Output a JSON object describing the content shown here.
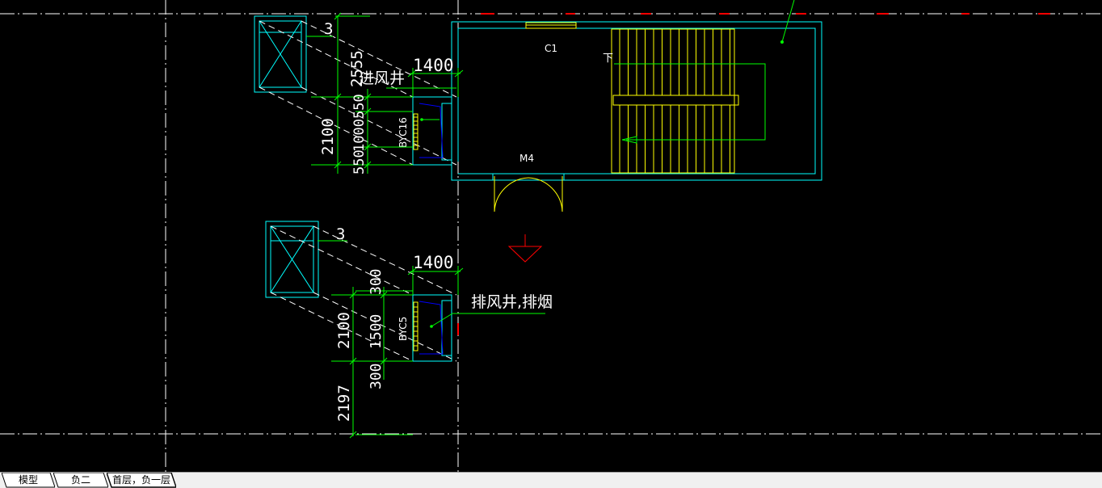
{
  "colors": {
    "background": "#000000",
    "wall": "#00ffff",
    "dimension": "#00ff00",
    "stair": "#ffff00",
    "axis_line": "#ffffff",
    "red_marks": "#ff0000",
    "hatch": "#ffffff"
  },
  "drawing": {
    "labels": {
      "window_c1": "C1",
      "door_m4": "M4",
      "stair_down": "下",
      "intake_shaft": "进风井",
      "exhaust_shaft": "排风井,排烟",
      "louver_upper": "BYC16",
      "louver_lower": "BYC5"
    },
    "dimensions": {
      "upper_width": "1400",
      "upper_2555": "2555",
      "upper_2100": "2100",
      "upper_550a": "550",
      "upper_1000": "1000",
      "upper_550b": "550",
      "upper_detail_3": "3",
      "lower_width": "1400",
      "lower_300a": "300",
      "lower_2100": "2100",
      "lower_1500": "1500",
      "lower_300b": "300",
      "lower_2197": "2197",
      "lower_detail_3": "3"
    }
  },
  "layout_tabs": [
    {
      "label": "模型",
      "active": false
    },
    {
      "label": "负二",
      "active": false
    },
    {
      "label": "首层，负一层",
      "active": true
    }
  ]
}
